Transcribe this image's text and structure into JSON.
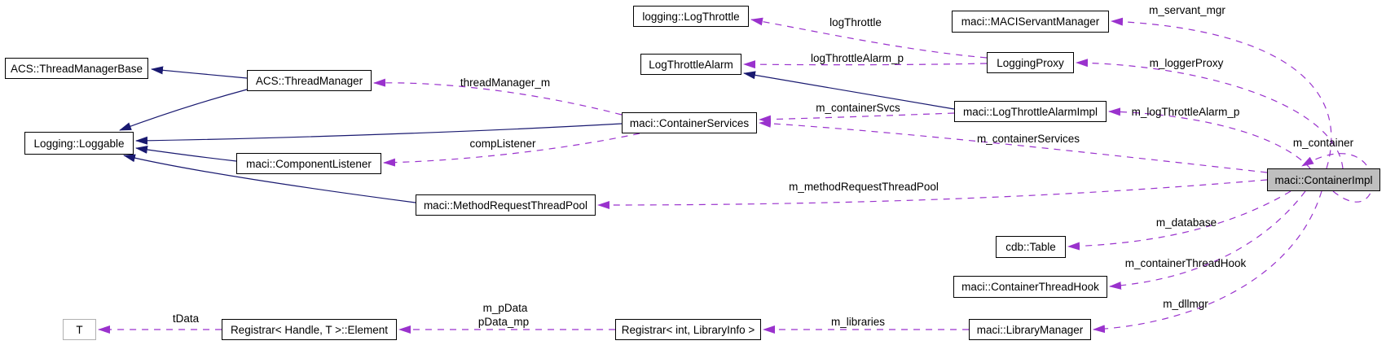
{
  "colors": {
    "inheritance": "#191970",
    "dependency": "#9a32cd",
    "node-fill": "#ffffff",
    "highlight-fill": "#bfbfbf",
    "node-border": "#000000",
    "template-border": "#b0b0b0"
  },
  "diagram": {
    "type": "collaboration-graph",
    "highlighted_node": "maci::ContainerImpl",
    "nodes": [
      {
        "id": "threadmanagerbase",
        "label": "ACS::ThreadManagerBase"
      },
      {
        "id": "threadmanager",
        "label": "ACS::ThreadManager"
      },
      {
        "id": "loggable",
        "label": "Logging::Loggable"
      },
      {
        "id": "componentlistener",
        "label": "maci::ComponentListener"
      },
      {
        "id": "methodrequestthreadpool",
        "label": "maci::MethodRequestThreadPool"
      },
      {
        "id": "containerservices",
        "label": "maci::ContainerServices"
      },
      {
        "id": "logthrottle",
        "label": "logging::LogThrottle"
      },
      {
        "id": "logthrottlealarm",
        "label": "LogThrottleAlarm"
      },
      {
        "id": "maciservantmanager",
        "label": "maci::MACIServantManager"
      },
      {
        "id": "loggingproxy",
        "label": "LoggingProxy"
      },
      {
        "id": "logthrottlealarmimpl",
        "label": "maci::LogThrottleAlarmImpl"
      },
      {
        "id": "containerimpl",
        "label": "maci::ContainerImpl"
      },
      {
        "id": "cdbtable",
        "label": "cdb::Table"
      },
      {
        "id": "containerthreadhook",
        "label": "maci::ContainerThreadHook"
      },
      {
        "id": "librarymanager",
        "label": "maci::LibraryManager"
      },
      {
        "id": "t",
        "label": "T"
      },
      {
        "id": "registrar-element",
        "label": "Registrar< Handle, T >::Element"
      },
      {
        "id": "registrar-libraryinfo",
        "label": "Registrar< int, LibraryInfo >"
      }
    ],
    "edges": [
      {
        "type": "inheritance",
        "from": "ACS::ThreadManager",
        "to": "ACS::ThreadManagerBase",
        "label": ""
      },
      {
        "type": "inheritance",
        "from": "ACS::ThreadManager",
        "to": "Logging::Loggable",
        "label": ""
      },
      {
        "type": "inheritance",
        "from": "maci::ContainerServices",
        "to": "Logging::Loggable",
        "label": ""
      },
      {
        "type": "inheritance",
        "from": "maci::ComponentListener",
        "to": "Logging::Loggable",
        "label": ""
      },
      {
        "type": "inheritance",
        "from": "maci::MethodRequestThreadPool",
        "to": "Logging::Loggable",
        "label": ""
      },
      {
        "type": "inheritance",
        "from": "maci::LogThrottleAlarmImpl",
        "to": "LogThrottleAlarm",
        "label": ""
      },
      {
        "type": "dependency",
        "from": "LoggingProxy",
        "to": "logging::LogThrottle",
        "label": "logThrottle"
      },
      {
        "type": "dependency",
        "from": "LoggingProxy",
        "to": "LogThrottleAlarm",
        "label": "logThrottleAlarm_p"
      },
      {
        "type": "dependency",
        "from": "maci::ContainerImpl",
        "to": "maci::MACIServantManager",
        "label": "m_servant_mgr"
      },
      {
        "type": "dependency",
        "from": "maci::ContainerImpl",
        "to": "LoggingProxy",
        "label": "m_loggerProxy"
      },
      {
        "type": "dependency",
        "from": "maci::ContainerImpl",
        "to": "maci::LogThrottleAlarmImpl",
        "label": "m_logThrottleAlarm_p"
      },
      {
        "type": "dependency",
        "from": "maci::ContainerImpl",
        "to": "maci::ContainerServices",
        "label": "m_containerServices"
      },
      {
        "type": "dependency",
        "from": "maci::ContainerImpl",
        "to": "maci::MethodRequestThreadPool",
        "label": "m_methodRequestThreadPool"
      },
      {
        "type": "dependency",
        "from": "maci::ContainerImpl",
        "to": "cdb::Table",
        "label": "m_database"
      },
      {
        "type": "dependency",
        "from": "maci::ContainerImpl",
        "to": "maci::ContainerThreadHook",
        "label": "m_containerThreadHook"
      },
      {
        "type": "dependency",
        "from": "maci::ContainerImpl",
        "to": "maci::LibraryManager",
        "label": "m_dllmgr"
      },
      {
        "type": "dependency",
        "from": "maci::ContainerImpl",
        "to": "maci::ContainerImpl",
        "label": "m_container"
      },
      {
        "type": "dependency",
        "from": "maci::ContainerServices",
        "to": "ACS::ThreadManager",
        "label": "threadManager_m"
      },
      {
        "type": "dependency",
        "from": "maci::ContainerServices",
        "to": "maci::ComponentListener",
        "label": "compListener"
      },
      {
        "type": "dependency",
        "from": "maci::LogThrottleAlarmImpl",
        "to": "maci::ContainerServices",
        "label": "m_containerSvcs"
      },
      {
        "type": "dependency",
        "from": "maci::LibraryManager",
        "to": "Registrar< int, LibraryInfo >",
        "label": "m_libraries"
      },
      {
        "type": "dependency",
        "from": "Registrar< int, LibraryInfo >",
        "to": "Registrar< Handle, T >::Element",
        "label": "",
        "label_lines": [
          "m_pData",
          "pData_mp"
        ]
      },
      {
        "type": "dependency",
        "from": "Registrar< Handle, T >::Element",
        "to": "T",
        "label": "tData"
      }
    ]
  }
}
